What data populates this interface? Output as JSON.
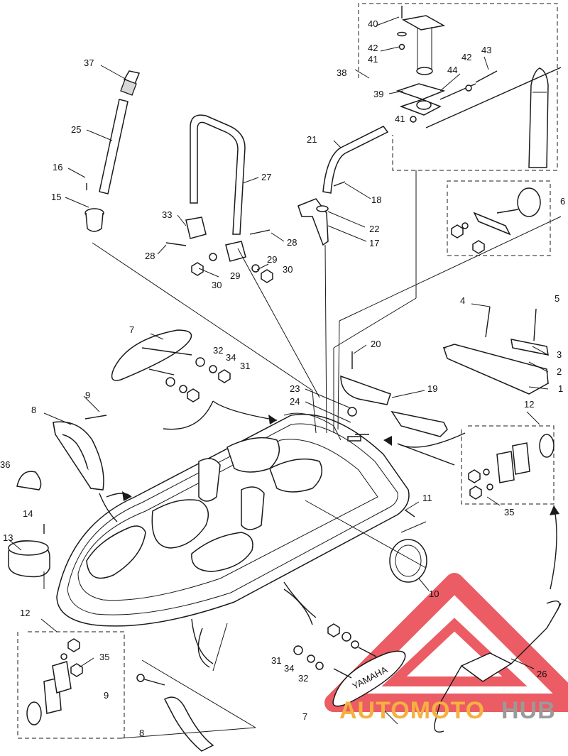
{
  "diagram": {
    "callouts": [
      {
        "id": "c40",
        "text": "40"
      },
      {
        "id": "c42a",
        "text": "42"
      },
      {
        "id": "c41a",
        "text": "41"
      },
      {
        "id": "c38",
        "text": "38"
      },
      {
        "id": "c39",
        "text": "39"
      },
      {
        "id": "c41b",
        "text": "41"
      },
      {
        "id": "c44",
        "text": "44"
      },
      {
        "id": "c42b",
        "text": "42"
      },
      {
        "id": "c43",
        "text": "43"
      },
      {
        "id": "c37",
        "text": "37"
      },
      {
        "id": "c25",
        "text": "25"
      },
      {
        "id": "c16",
        "text": "16"
      },
      {
        "id": "c15",
        "text": "15"
      },
      {
        "id": "c27",
        "text": "27"
      },
      {
        "id": "c33",
        "text": "33"
      },
      {
        "id": "c28a",
        "text": "28"
      },
      {
        "id": "c28b",
        "text": "28"
      },
      {
        "id": "c29a",
        "text": "29"
      },
      {
        "id": "c29b",
        "text": "29"
      },
      {
        "id": "c30a",
        "text": "30"
      },
      {
        "id": "c30b",
        "text": "30"
      },
      {
        "id": "c21",
        "text": "21"
      },
      {
        "id": "c18",
        "text": "18"
      },
      {
        "id": "c22",
        "text": "22"
      },
      {
        "id": "c17",
        "text": "17"
      },
      {
        "id": "c6",
        "text": "6"
      },
      {
        "id": "c4",
        "text": "4"
      },
      {
        "id": "c5",
        "text": "5"
      },
      {
        "id": "c3",
        "text": "3"
      },
      {
        "id": "c2",
        "text": "2"
      },
      {
        "id": "c1",
        "text": "1"
      },
      {
        "id": "c7a",
        "text": "7"
      },
      {
        "id": "c32a",
        "text": "32"
      },
      {
        "id": "c34a",
        "text": "34"
      },
      {
        "id": "c31a",
        "text": "31"
      },
      {
        "id": "c20",
        "text": "20"
      },
      {
        "id": "c23",
        "text": "23"
      },
      {
        "id": "c24",
        "text": "24"
      },
      {
        "id": "c19",
        "text": "19"
      },
      {
        "id": "c12a",
        "text": "12"
      },
      {
        "id": "c35a",
        "text": "35"
      },
      {
        "id": "c9a",
        "text": "9"
      },
      {
        "id": "c8a",
        "text": "8"
      },
      {
        "id": "c36",
        "text": "36"
      },
      {
        "id": "c14",
        "text": "14"
      },
      {
        "id": "c13",
        "text": "13"
      },
      {
        "id": "c11",
        "text": "11"
      },
      {
        "id": "c10",
        "text": "10"
      },
      {
        "id": "c12b",
        "text": "12"
      },
      {
        "id": "c35b",
        "text": "35"
      },
      {
        "id": "c31b",
        "text": "31"
      },
      {
        "id": "c34b",
        "text": "34"
      },
      {
        "id": "c32b",
        "text": "32"
      },
      {
        "id": "c9b",
        "text": "9"
      },
      {
        "id": "c8b",
        "text": "8"
      },
      {
        "id": "c7b",
        "text": "7"
      },
      {
        "id": "c26",
        "text": "26"
      }
    ],
    "watermark": {
      "part1": "AUTOMOTO",
      "part2": "HUB",
      "colors": {
        "triangle": "#e8404a",
        "part1": "#f5b041",
        "part2": "#9a9a9a"
      }
    },
    "emboss_label": "YAMAHA"
  }
}
